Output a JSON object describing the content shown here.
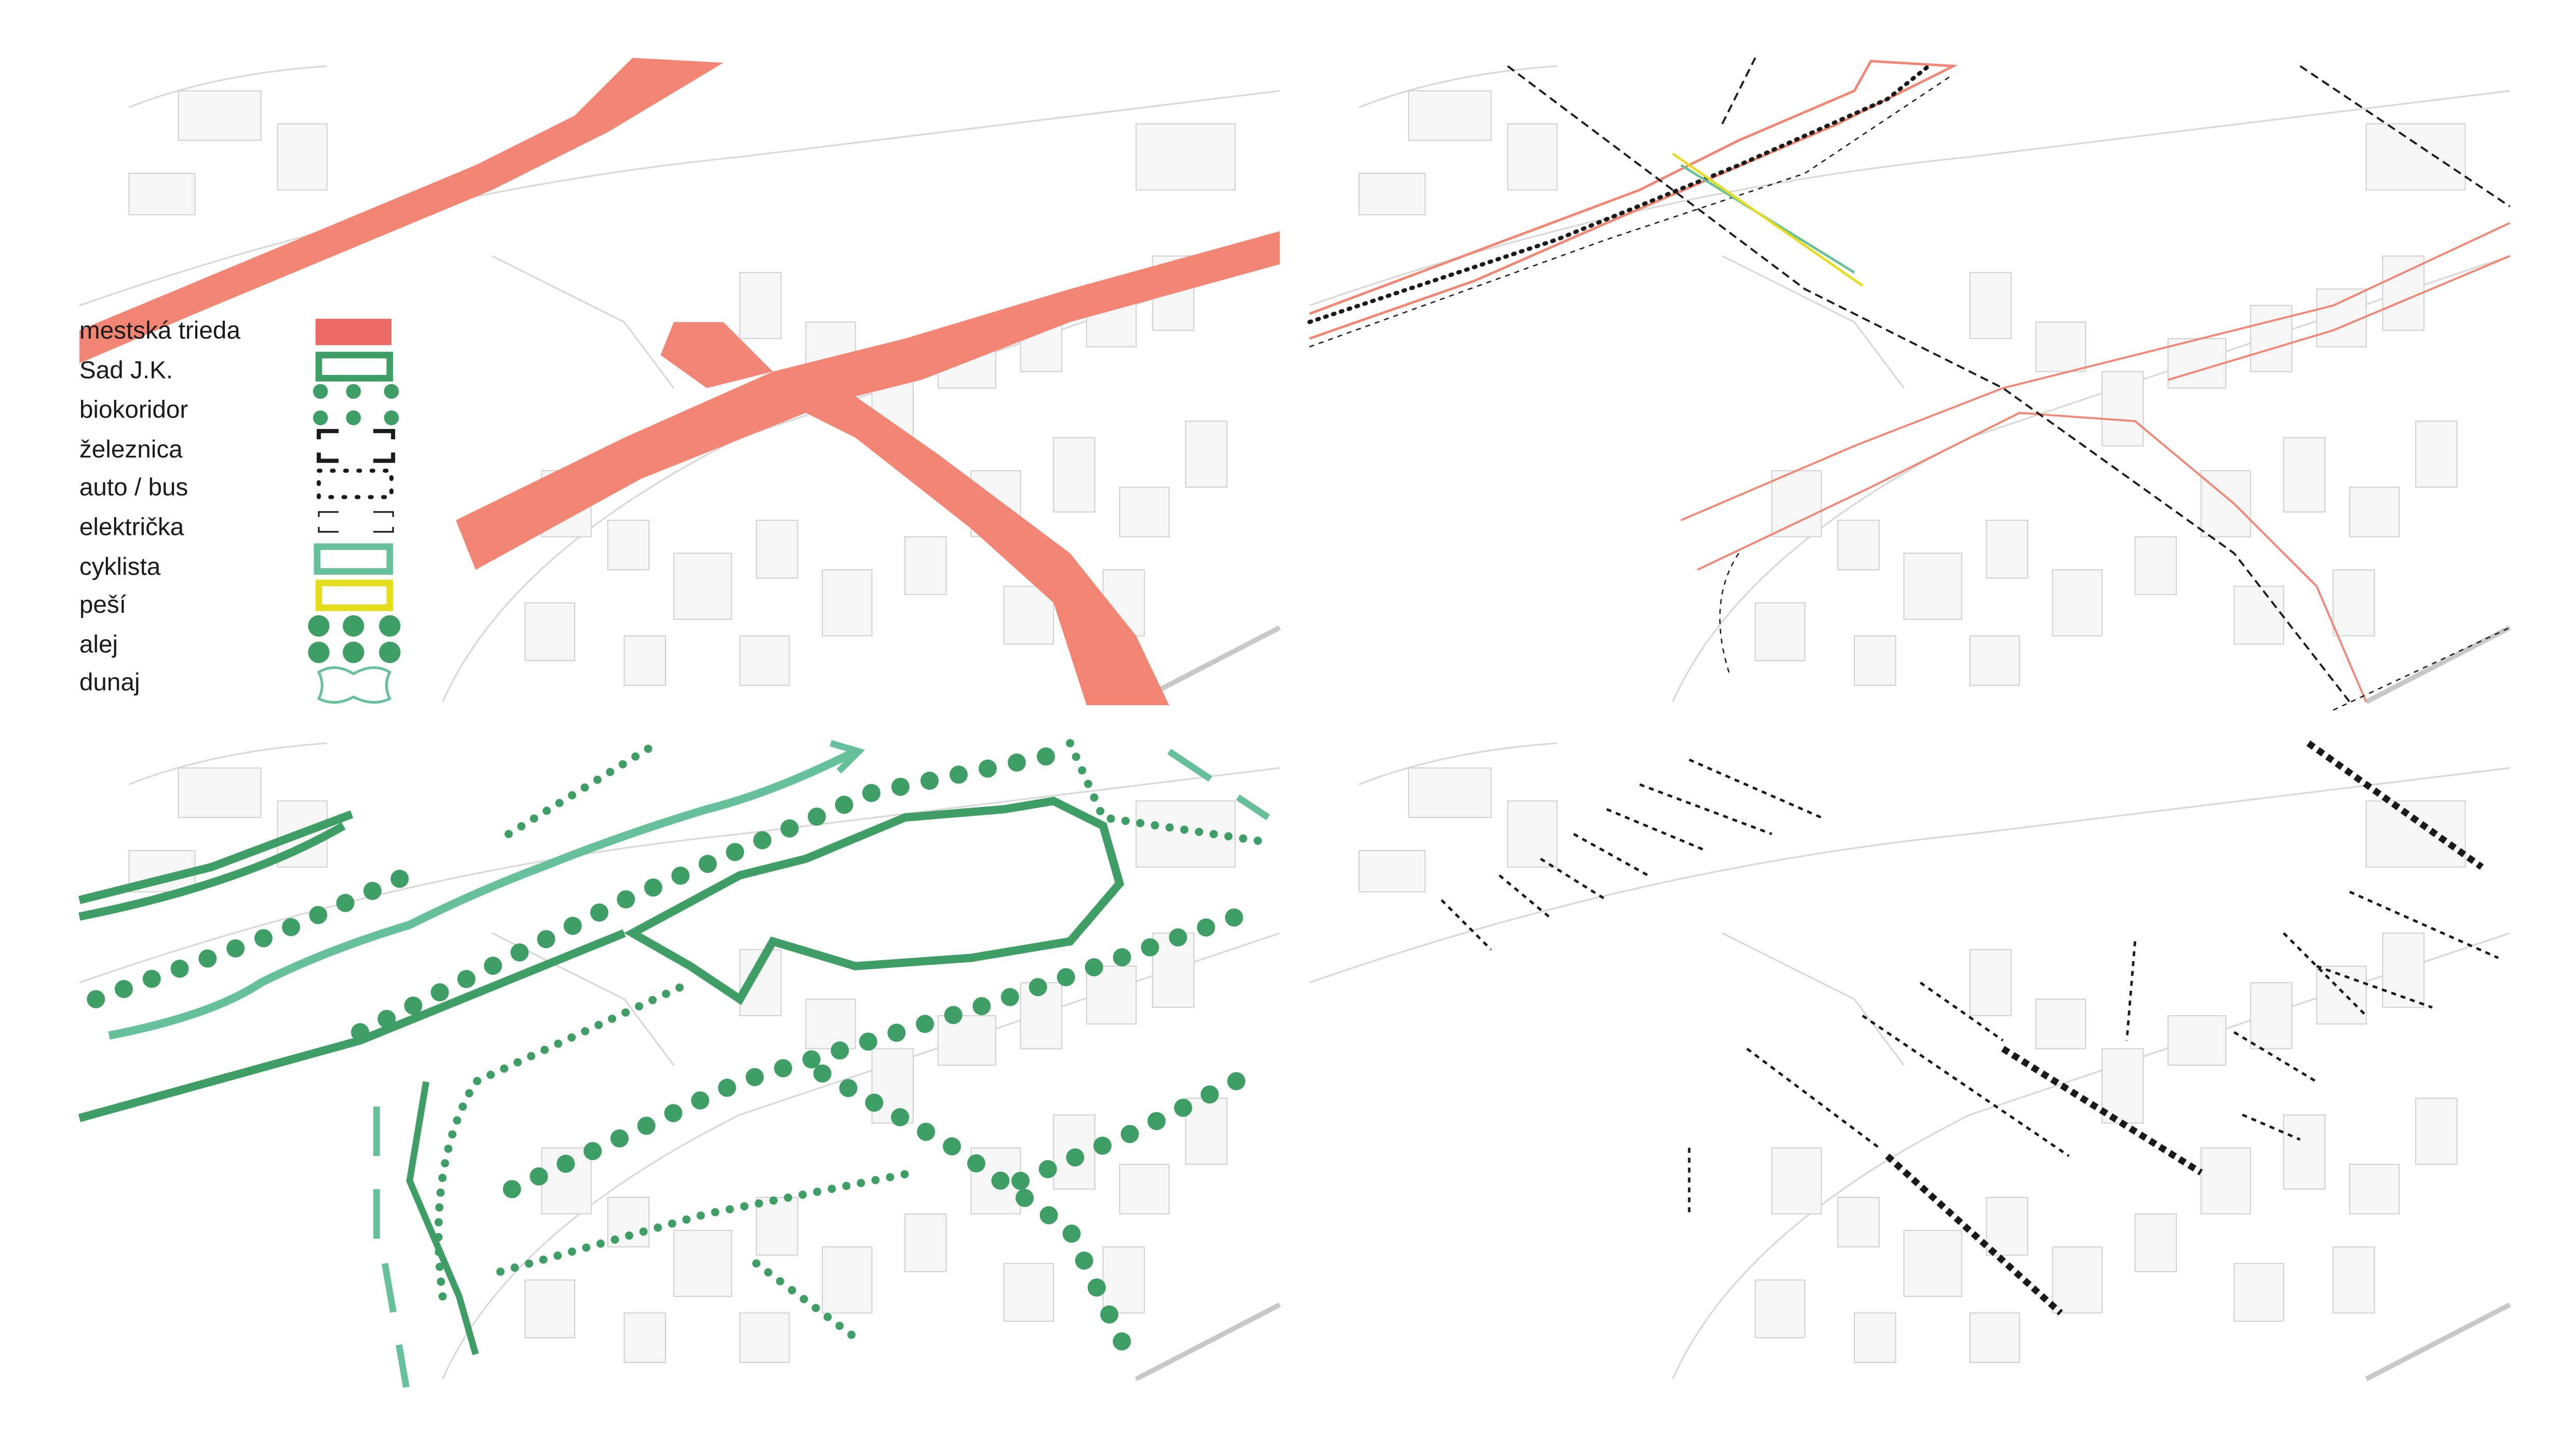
{
  "legend": {
    "items": [
      {
        "label": "mestská trieda",
        "symbol": "red-fill-rect"
      },
      {
        "label": "Sad J.K.",
        "symbol": "green-outline-rect"
      },
      {
        "label": "biokoridor",
        "symbol": "green-dots-small"
      },
      {
        "label": "železnica",
        "symbol": "black-dashed-brackets"
      },
      {
        "label": "auto / bus",
        "symbol": "black-dotted-rect"
      },
      {
        "label": "električka",
        "symbol": "black-thin-brackets"
      },
      {
        "label": "cyklista",
        "symbol": "teal-outline-rect"
      },
      {
        "label": "peší",
        "symbol": "yellow-outline-rect"
      },
      {
        "label": "alej",
        "symbol": "green-dots-large"
      },
      {
        "label": "dunaj",
        "symbol": "teal-wave-outline"
      }
    ]
  },
  "colors": {
    "mestska_trieda": "#f28573",
    "legend_red": "#e96b63",
    "green": "#3f9e66",
    "teal": "#66c099",
    "yellow": "#e6dc1e",
    "black": "#1a1a1a"
  }
}
